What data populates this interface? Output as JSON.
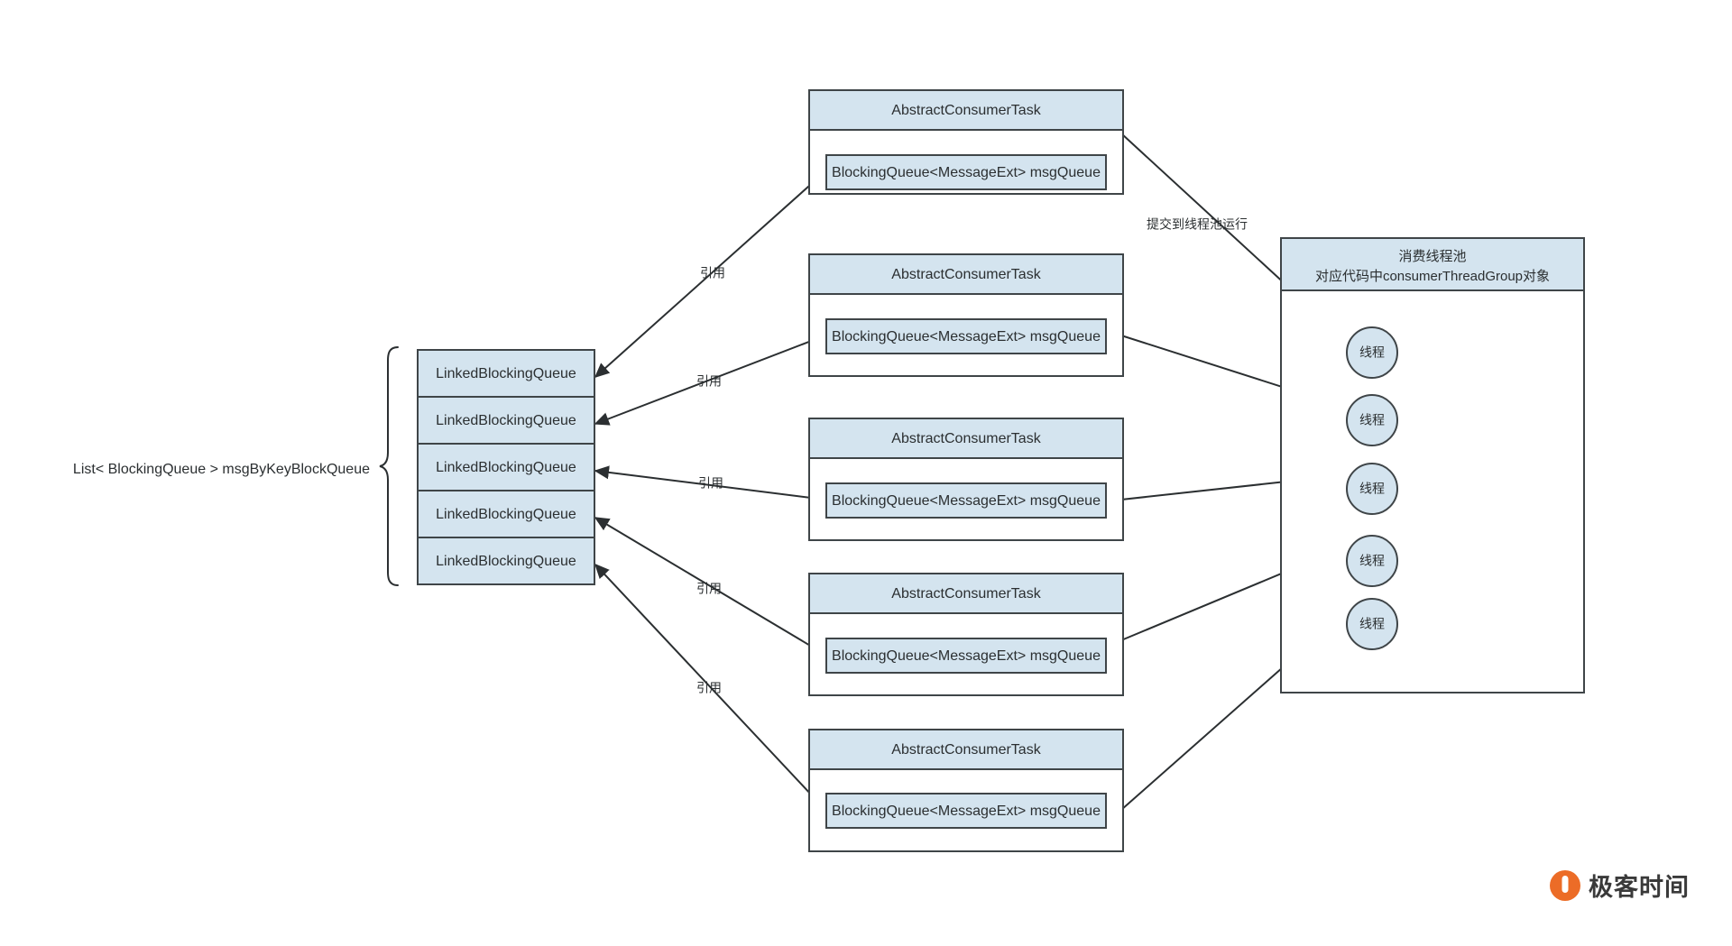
{
  "diagram": {
    "title": "RocketMQ consumer task and thread pool reference diagram",
    "colors": {
      "box_fill": "#d4e4ef",
      "box_stroke": "#3f4548",
      "edge": "#2b2f31",
      "logo_accent": "#ec6c27",
      "background": "#ffffff"
    }
  },
  "queue_list": {
    "label": "List< BlockingQueue > msgByKeyBlockQueue",
    "items": [
      {
        "label": "LinkedBlockingQueue"
      },
      {
        "label": "LinkedBlockingQueue"
      },
      {
        "label": "LinkedBlockingQueue"
      },
      {
        "label": "LinkedBlockingQueue"
      },
      {
        "label": "LinkedBlockingQueue"
      }
    ]
  },
  "tasks": [
    {
      "title": "AbstractConsumerTask",
      "field": "BlockingQueue<MessageExt> msgQueue"
    },
    {
      "title": "AbstractConsumerTask",
      "field": "BlockingQueue<MessageExt> msgQueue"
    },
    {
      "title": "AbstractConsumerTask",
      "field": "BlockingQueue<MessageExt> msgQueue"
    },
    {
      "title": "AbstractConsumerTask",
      "field": "BlockingQueue<MessageExt> msgQueue"
    },
    {
      "title": "AbstractConsumerTask",
      "field": "BlockingQueue<MessageExt> msgQueue"
    }
  ],
  "thread_pool": {
    "title_line1": "消费线程池",
    "title_line2": "对应代码中consumerThreadGroup对象",
    "threads": [
      {
        "label": "线程"
      },
      {
        "label": "线程"
      },
      {
        "label": "线程"
      },
      {
        "label": "线程"
      },
      {
        "label": "线程"
      }
    ]
  },
  "edge_labels": {
    "reference": "引用",
    "submit_to_pool": "提交到线程池运行",
    "reference_list": [
      "引用",
      "引用",
      "引用",
      "引用",
      "引用"
    ]
  },
  "logo": {
    "wordmark": "极客时间"
  }
}
